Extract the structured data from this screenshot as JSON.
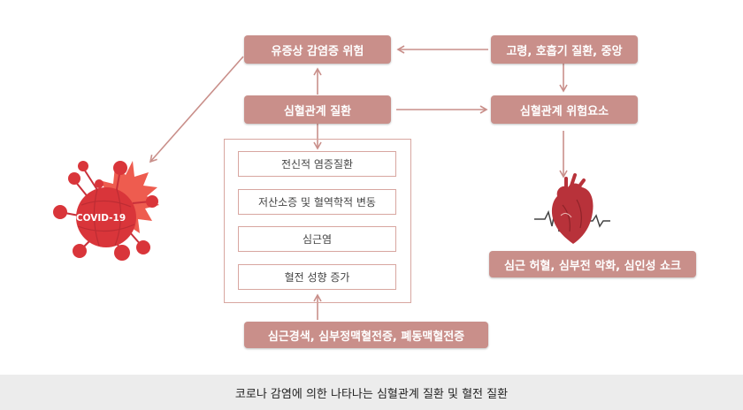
{
  "nodes": {
    "infection_risk": "유증상 감염증 위험",
    "risk_conditions": "고령, 호흡기 질환, 중앙",
    "cardio_disease": "심혈관계 질환",
    "cardio_risk": "심혈관계 위험요소",
    "outcomes": "심근 허혈, 심부전 악화, 심인성 쇼크",
    "mechanisms": [
      "전신적 염증질환",
      "저산소증 및 혈역학적 변동",
      "심근염",
      "혈전 성향 증가"
    ],
    "vascular_events": "심근경색, 심부정맥혈전증, 폐동맥혈전증"
  },
  "virus_label": "COVID-19",
  "caption": "코로나 감염에 의한 나타나는 심혈관계 질환 및 혈전 질환",
  "colors": {
    "pill": "#c98f8a",
    "arrow": "#c98f8a",
    "virus": "#d9353a",
    "virus_burst": "#ec4a3c",
    "heart": "#b8323a",
    "caption_bg": "#ececec"
  },
  "icons": [
    "covid-virus-icon",
    "heart-with-ecg-icon"
  ]
}
